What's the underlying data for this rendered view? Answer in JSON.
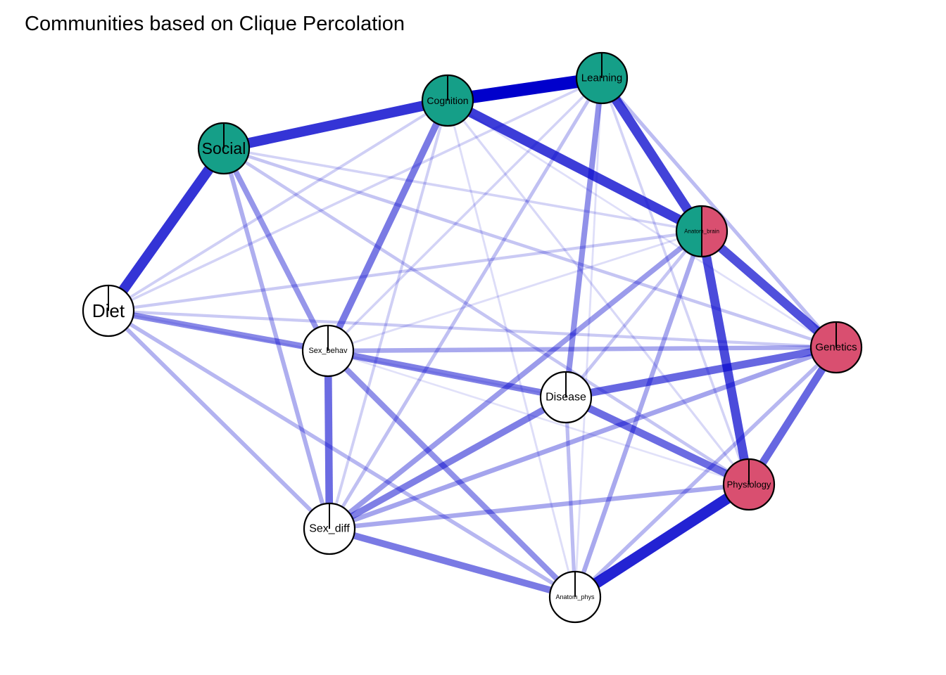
{
  "title": "Communities based on Clique Percolation",
  "colors": {
    "community_1": "#159F88",
    "community_2": "#D94F70",
    "no_community": "#FFFFFF",
    "edge": "#0000CC",
    "node_border": "#000000"
  },
  "nodes": [
    {
      "id": "Social",
      "label": "Social",
      "fill": [
        "community_1"
      ]
    },
    {
      "id": "Cognition",
      "label": "Cognition",
      "fill": [
        "community_1"
      ]
    },
    {
      "id": "Learning",
      "label": "Learning",
      "fill": [
        "community_1"
      ]
    },
    {
      "id": "Anatom_brain",
      "label": "Anatom_brain",
      "fill": [
        "community_1",
        "community_2"
      ]
    },
    {
      "id": "Diet",
      "label": "Diet",
      "fill": [
        "no_community"
      ]
    },
    {
      "id": "Sex_behav",
      "label": "Sex_behav",
      "fill": [
        "no_community"
      ]
    },
    {
      "id": "Genetics",
      "label": "Genetics",
      "fill": [
        "community_2"
      ]
    },
    {
      "id": "Disease",
      "label": "Disease",
      "fill": [
        "no_community"
      ]
    },
    {
      "id": "Physiology",
      "label": "Physiology",
      "fill": [
        "community_2"
      ]
    },
    {
      "id": "Sex_diff",
      "label": "Sex_diff",
      "fill": [
        "no_community"
      ]
    },
    {
      "id": "Anatom_phys",
      "label": "Anatom_phys",
      "fill": [
        "no_community"
      ]
    }
  ],
  "edges": [
    {
      "source": "Cognition",
      "target": "Learning",
      "weight": 1.0
    },
    {
      "source": "Social",
      "target": "Cognition",
      "weight": 0.78
    },
    {
      "source": "Social",
      "target": "Diet",
      "weight": 0.78
    },
    {
      "source": "Cognition",
      "target": "Anatom_brain",
      "weight": 0.74
    },
    {
      "source": "Learning",
      "target": "Anatom_brain",
      "weight": 0.72
    },
    {
      "source": "Physiology",
      "target": "Anatom_phys",
      "weight": 0.85
    },
    {
      "source": "Anatom_brain",
      "target": "Physiology",
      "weight": 0.68
    },
    {
      "source": "Anatom_brain",
      "target": "Genetics",
      "weight": 0.66
    },
    {
      "source": "Genetics",
      "target": "Physiology",
      "weight": 0.56
    },
    {
      "source": "Disease",
      "target": "Genetics",
      "weight": 0.56
    },
    {
      "source": "Disease",
      "target": "Physiology",
      "weight": 0.54
    },
    {
      "source": "Sex_behav",
      "target": "Sex_diff",
      "weight": 0.54
    },
    {
      "source": "Cognition",
      "target": "Sex_behav",
      "weight": 0.48
    },
    {
      "source": "Sex_diff",
      "target": "Anatom_phys",
      "weight": 0.48
    },
    {
      "source": "Sex_behav",
      "target": "Disease",
      "weight": 0.46
    },
    {
      "source": "Sex_diff",
      "target": "Disease",
      "weight": 0.46
    },
    {
      "source": "Diet",
      "target": "Sex_behav",
      "weight": 0.42
    },
    {
      "source": "Learning",
      "target": "Disease",
      "weight": 0.38
    },
    {
      "source": "Sex_behav",
      "target": "Anatom_phys",
      "weight": 0.38
    },
    {
      "source": "Social",
      "target": "Sex_behav",
      "weight": 0.36
    },
    {
      "source": "Anatom_brain",
      "target": "Sex_diff",
      "weight": 0.34
    },
    {
      "source": "Sex_diff",
      "target": "Genetics",
      "weight": 0.3
    },
    {
      "source": "Sex_behav",
      "target": "Genetics",
      "weight": 0.28
    },
    {
      "source": "Sex_diff",
      "target": "Physiology",
      "weight": 0.28
    },
    {
      "source": "Anatom_brain",
      "target": "Anatom_phys",
      "weight": 0.28
    },
    {
      "source": "Social",
      "target": "Sex_diff",
      "weight": 0.26
    },
    {
      "source": "Diet",
      "target": "Sex_diff",
      "weight": 0.24
    },
    {
      "source": "Diet",
      "target": "Anatom_phys",
      "weight": 0.22
    },
    {
      "source": "Genetics",
      "target": "Anatom_phys",
      "weight": 0.22
    },
    {
      "source": "Learning",
      "target": "Genetics",
      "weight": 0.2
    },
    {
      "source": "Disease",
      "target": "Anatom_phys",
      "weight": 0.2
    },
    {
      "source": "Learning",
      "target": "Sex_diff",
      "weight": 0.18
    },
    {
      "source": "Social",
      "target": "Genetics",
      "weight": 0.16
    },
    {
      "source": "Social",
      "target": "Physiology",
      "weight": 0.16
    },
    {
      "source": "Anatom_brain",
      "target": "Disease",
      "weight": 0.16
    },
    {
      "source": "Diet",
      "target": "Anatom_brain",
      "weight": 0.14
    },
    {
      "source": "Diet",
      "target": "Genetics",
      "weight": 0.14
    },
    {
      "source": "Cognition",
      "target": "Sex_diff",
      "weight": 0.12
    },
    {
      "source": "Diet",
      "target": "Cognition",
      "weight": 0.12
    },
    {
      "source": "Social",
      "target": "Anatom_brain",
      "weight": 0.1
    },
    {
      "source": "Learning",
      "target": "Sex_behav",
      "weight": 0.1
    },
    {
      "source": "Diet",
      "target": "Learning",
      "weight": 0.1
    },
    {
      "source": "Learning",
      "target": "Physiology",
      "weight": 0.1
    },
    {
      "source": "Cognition",
      "target": "Physiology",
      "weight": 0.08
    },
    {
      "source": "Sex_behav",
      "target": "Anatom_brain",
      "weight": 0.06
    },
    {
      "source": "Cognition",
      "target": "Anatom_phys",
      "weight": 0.06
    },
    {
      "source": "Cognition",
      "target": "Genetics",
      "weight": 0.05
    },
    {
      "source": "Diet",
      "target": "Disease",
      "weight": 0.05
    },
    {
      "source": "Learning",
      "target": "Anatom_phys",
      "weight": 0.05
    },
    {
      "source": "Sex_behav",
      "target": "Physiology",
      "weight": 0.04
    }
  ]
}
